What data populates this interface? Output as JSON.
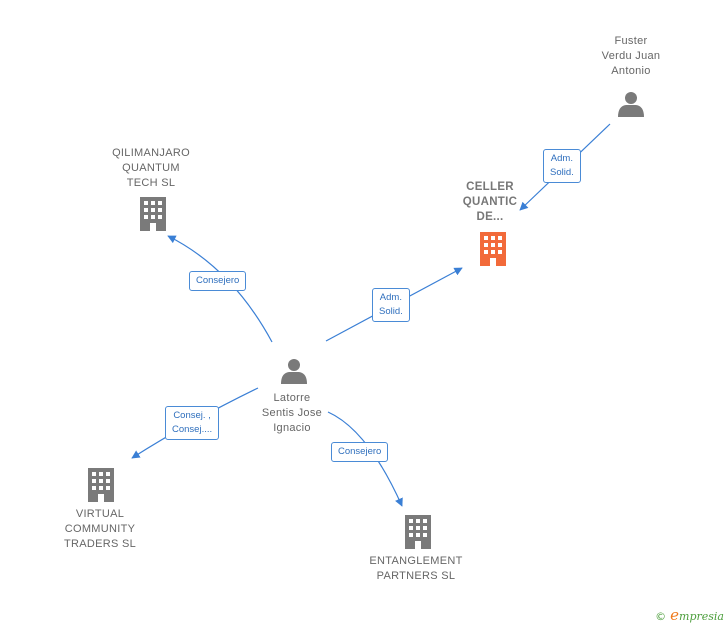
{
  "colors": {
    "edge": "#3a7fd5",
    "person": "#7a7a7a",
    "company": "#7a7a7a",
    "highlight": "#f26a3a"
  },
  "nodes": {
    "latorre": {
      "label": [
        "Latorre",
        "Sentis Jose",
        "Ignacio"
      ],
      "icon": "person-icon"
    },
    "fuster": {
      "label": [
        "Fuster",
        "Verdu Juan",
        "Antonio"
      ],
      "icon": "person-icon"
    },
    "celler": {
      "label": [
        "CELLER",
        "QUANTIC",
        "DE..."
      ],
      "icon": "building-icon"
    },
    "qilimanjaro": {
      "label": [
        "QILIMANJARO",
        "QUANTUM",
        "TECH  SL"
      ],
      "icon": "building-icon"
    },
    "virtual": {
      "label": [
        "VIRTUAL",
        "COMMUNITY",
        "TRADERS SL"
      ],
      "icon": "building-icon"
    },
    "entanglement": {
      "label": [
        "ENTANGLEMENT",
        "PARTNERS  SL"
      ],
      "icon": "building-icon"
    }
  },
  "edges": {
    "fuster_celler": [
      "Adm.",
      "Solid."
    ],
    "latorre_celler": [
      "Adm.",
      "Solid."
    ],
    "latorre_qilimanjaro": [
      "Consejero"
    ],
    "latorre_virtual": [
      "Consej. ,",
      "Consej...."
    ],
    "latorre_entanglement": [
      "Consejero"
    ]
  },
  "brand": {
    "copyright": "©",
    "initial": "e",
    "rest": "mpresia"
  }
}
